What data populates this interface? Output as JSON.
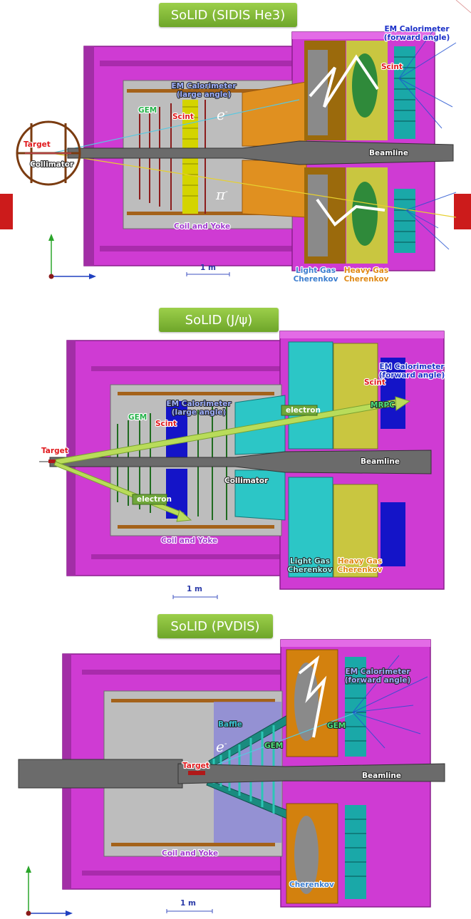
{
  "panels": [
    {
      "title": "SoLID (SIDIS He3)",
      "labels": {
        "em_cal_forward": "EM Calorimeter\n(forward angle)",
        "em_cal_large": "EM Calorimeter\n(large angle)",
        "scint_forward": "Scint",
        "scint": "Scint",
        "gem": "GEM",
        "electron_symbol": "e",
        "pion_symbol": "π",
        "target": "Target",
        "collimator": "Collimator",
        "beamline": "Beamline",
        "coil_yoke": "Coil and Yoke",
        "light_gas": "Light Gas\nCherenkov",
        "heavy_gas": "Heavy Gas\nCherenkov",
        "scale": "1 m"
      }
    },
    {
      "title": "SoLID (J/ψ)",
      "labels": {
        "em_cal_forward": "EM Calorimeter\n(forward angle)",
        "em_cal_large": "EM Calorimeter\n(large angle)",
        "scint_forward": "Scint",
        "scint": "Scint",
        "gem": "GEM",
        "mrpc": "MRPC",
        "electron_box_1": "electron",
        "electron_box_2": "electron",
        "target": "Target",
        "collimator": "Collimator",
        "beamline": "Beamline",
        "coil_yoke": "Coil and Yoke",
        "light_gas": "Light Gas\nCherenkov",
        "heavy_gas": "Heavy Gas\nCherenkov",
        "scale": "1 m"
      }
    },
    {
      "title": "SoLID (PVDIS)",
      "labels": {
        "em_cal_forward": "EM Calorimeter\n(forward angle)",
        "baffle": "Baffle",
        "gem_1": "GEM",
        "gem_2": "GEM",
        "electron_symbol": "e",
        "target": "Target",
        "beamline": "Beamline",
        "coil_yoke": "Coil and Yoke",
        "cherenkov": "Cherenkov",
        "scale": "1 m"
      }
    }
  ],
  "colors": {
    "magenta": "#d43ad8",
    "title_green": "#7db637",
    "label_blue": "#1a2fc8",
    "label_red": "#e0181c",
    "label_green": "#25b34a",
    "label_purple": "#a23ccf",
    "label_orange": "#e08a16"
  }
}
